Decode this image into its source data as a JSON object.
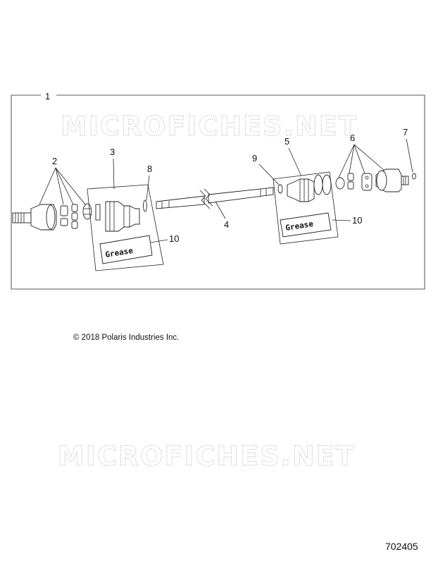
{
  "callouts": {
    "c1": "1",
    "c2": "2",
    "c3": "3",
    "c4": "4",
    "c5": "5",
    "c6": "6",
    "c7": "7",
    "c8": "8",
    "c9": "9",
    "c10a": "10",
    "c10b": "10"
  },
  "grease_labels": {
    "left": "Grease",
    "right": "Grease"
  },
  "watermark": {
    "top": "MICROFICHES.NET",
    "bottom": "MICROFICHES.NET"
  },
  "copyright": "© 2018 Polaris Industries Inc.",
  "figure_number": "702405"
}
